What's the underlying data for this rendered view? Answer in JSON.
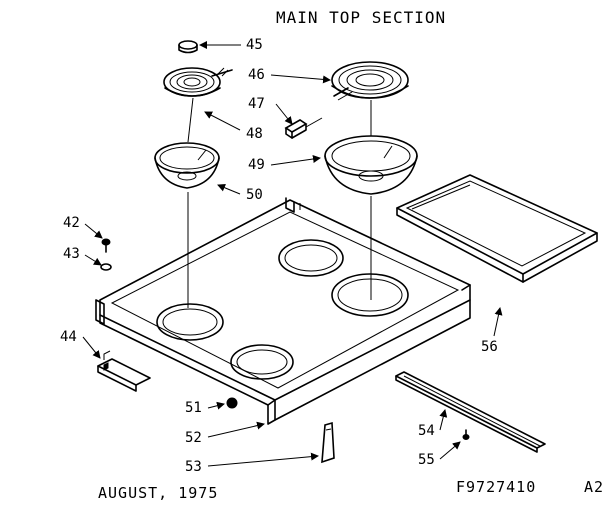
{
  "title": "MAIN TOP SECTION",
  "date": "AUGUST, 1975",
  "catalog_number": "F9727410",
  "sheet": "A2",
  "callouts": {
    "c42": "42",
    "c43": "43",
    "c44": "44",
    "c45": "45",
    "c46": "46",
    "c47": "47",
    "c48": "48",
    "c49": "49",
    "c50": "50",
    "c51": "51",
    "c52": "52",
    "c53": "53",
    "c54": "54",
    "c55": "55",
    "c56": "56"
  }
}
